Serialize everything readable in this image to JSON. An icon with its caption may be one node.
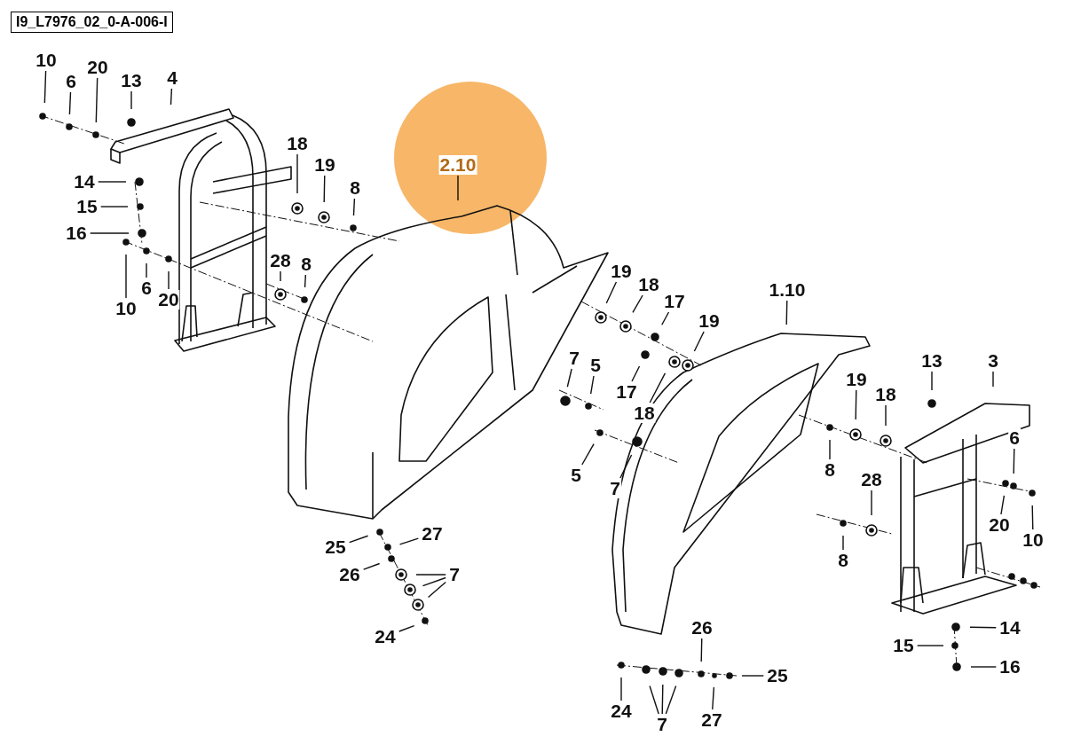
{
  "diagram": {
    "nodes": [
      {
        "text": [
          "10"
        ]
      },
      {
        "text": [
          "6"
        ]
      },
      {
        "text": [
          "20"
        ]
      },
      {
        "text": [
          "13"
        ]
      },
      {
        "text": [
          "4"
        ]
      },
      {
        "text": [
          "14"
        ]
      },
      {
        "text": [
          "15"
        ]
      },
      {
        "text": [
          "16"
        ]
      },
      {
        "text": [
          "10"
        ]
      },
      {
        "text": [
          "6"
        ]
      },
      {
        "text": [
          "20"
        ]
      },
      {
        "text": [
          "18"
        ]
      },
      {
        "text": [
          "19"
        ]
      },
      {
        "text": [
          "8"
        ]
      },
      {
        "text": [
          "28"
        ]
      },
      {
        "text": [
          "8"
        ]
      },
      {
        "text": [
          "2.10"
        ]
      },
      {
        "text": [
          "19"
        ]
      },
      {
        "text": [
          "18"
        ]
      },
      {
        "text": [
          "17"
        ]
      },
      {
        "text": [
          "19"
        ]
      },
      {
        "text": [
          "17"
        ]
      },
      {
        "text": [
          "18"
        ]
      },
      {
        "text": [
          "7"
        ]
      },
      {
        "text": [
          "5"
        ]
      },
      {
        "text": [
          "5"
        ]
      },
      {
        "text": [
          "7"
        ]
      },
      {
        "text": [
          "1.10"
        ]
      },
      {
        "text": [
          "19"
        ]
      },
      {
        "text": [
          "18"
        ]
      },
      {
        "text": [
          "13"
        ]
      },
      {
        "text": [
          "3"
        ]
      },
      {
        "text": [
          "6"
        ]
      },
      {
        "text": [
          "8"
        ]
      },
      {
        "text": [
          "28"
        ]
      },
      {
        "text": [
          "20"
        ]
      },
      {
        "text": [
          "10"
        ]
      },
      {
        "text": [
          "8"
        ]
      },
      {
        "text": [
          "14"
        ]
      },
      {
        "text": [
          "15"
        ]
      },
      {
        "text": [
          "16"
        ]
      },
      {
        "text": [
          "25"
        ]
      },
      {
        "text": [
          "27"
        ]
      },
      {
        "text": [
          "26"
        ]
      },
      {
        "text": [
          "7"
        ]
      },
      {
        "text": [
          "24"
        ]
      },
      {
        "text": [
          "26"
        ]
      },
      {
        "text": [
          "25"
        ]
      },
      {
        "text": [
          "24"
        ]
      },
      {
        "text": [
          "7"
        ]
      },
      {
        "text": [
          "27"
        ]
      }
    ],
    "edges": [
      {
        "from": 0,
        "to": null,
        "arrow": "none"
      },
      {
        "from": 1,
        "to": null,
        "arrow": "none"
      },
      {
        "from": 2,
        "to": null,
        "arrow": "none"
      },
      {
        "from": 3,
        "to": null,
        "arrow": "none"
      },
      {
        "from": 4,
        "to": null,
        "arrow": "none"
      },
      {
        "from": 5,
        "to": null,
        "arrow": "none"
      },
      {
        "from": 6,
        "to": null,
        "arrow": "none"
      },
      {
        "from": 7,
        "to": null,
        "arrow": "none"
      },
      {
        "from": 8,
        "to": null,
        "arrow": "none"
      },
      {
        "from": 9,
        "to": null,
        "arrow": "none"
      },
      {
        "from": 10,
        "to": null,
        "arrow": "none"
      },
      {
        "from": 11,
        "to": null,
        "arrow": "none"
      },
      {
        "from": 12,
        "to": null,
        "arrow": "none"
      },
      {
        "from": 13,
        "to": null,
        "arrow": "none"
      },
      {
        "from": 14,
        "to": null,
        "arrow": "none"
      },
      {
        "from": 15,
        "to": null,
        "arrow": "none"
      },
      {
        "from": 16,
        "to": null,
        "arrow": "none"
      },
      {
        "from": 17,
        "to": null,
        "arrow": "none"
      },
      {
        "from": 18,
        "to": null,
        "arrow": "none"
      },
      {
        "from": 19,
        "to": null,
        "arrow": "none"
      },
      {
        "from": 20,
        "to": null,
        "arrow": "none"
      },
      {
        "from": 21,
        "to": null,
        "arrow": "none"
      },
      {
        "from": 22,
        "to": null,
        "arrow": "none"
      },
      {
        "from": 23,
        "to": null,
        "arrow": "none"
      },
      {
        "from": 24,
        "to": null,
        "arrow": "none"
      },
      {
        "from": 25,
        "to": null,
        "arrow": "none"
      },
      {
        "from": 26,
        "to": null,
        "arrow": "none"
      },
      {
        "from": 27,
        "to": null,
        "arrow": "none"
      },
      {
        "from": 28,
        "to": null,
        "arrow": "none"
      },
      {
        "from": 29,
        "to": null,
        "arrow": "none"
      },
      {
        "from": 30,
        "to": null,
        "arrow": "none"
      },
      {
        "from": 31,
        "to": null,
        "arrow": "none"
      },
      {
        "from": 32,
        "to": null,
        "arrow": "none"
      },
      {
        "from": 33,
        "to": null,
        "arrow": "none"
      },
      {
        "from": 34,
        "to": null,
        "arrow": "none"
      },
      {
        "from": 35,
        "to": null,
        "arrow": "none"
      },
      {
        "from": 36,
        "to": null,
        "arrow": "none"
      },
      {
        "from": 37,
        "to": null,
        "arrow": "none"
      },
      {
        "from": 38,
        "to": null,
        "arrow": "none"
      },
      {
        "from": 39,
        "to": null,
        "arrow": "none"
      },
      {
        "from": 40,
        "to": null,
        "arrow": "none"
      },
      {
        "from": 41,
        "to": null,
        "arrow": "none"
      },
      {
        "from": 42,
        "to": null,
        "arrow": "none"
      },
      {
        "from": 43,
        "to": null,
        "arrow": "none"
      },
      {
        "from": 44,
        "to": null,
        "arrow": "none"
      },
      {
        "from": 44,
        "to": null,
        "arrow": "none"
      },
      {
        "from": 44,
        "to": null,
        "arrow": "none"
      },
      {
        "from": 45,
        "to": null,
        "arrow": "none"
      },
      {
        "from": 46,
        "to": null,
        "arrow": "none"
      },
      {
        "from": 47,
        "to": null,
        "arrow": "none"
      },
      {
        "from": 48,
        "to": null,
        "arrow": "none"
      },
      {
        "from": 49,
        "to": null,
        "arrow": "none"
      },
      {
        "from": 49,
        "to": null,
        "arrow": "none"
      },
      {
        "from": 49,
        "to": null,
        "arrow": "none"
      },
      {
        "from": 50,
        "to": null,
        "arrow": "none"
      }
    ],
    "labels": [
      "I9_L7976_02_0-A-006-I"
    ]
  }
}
